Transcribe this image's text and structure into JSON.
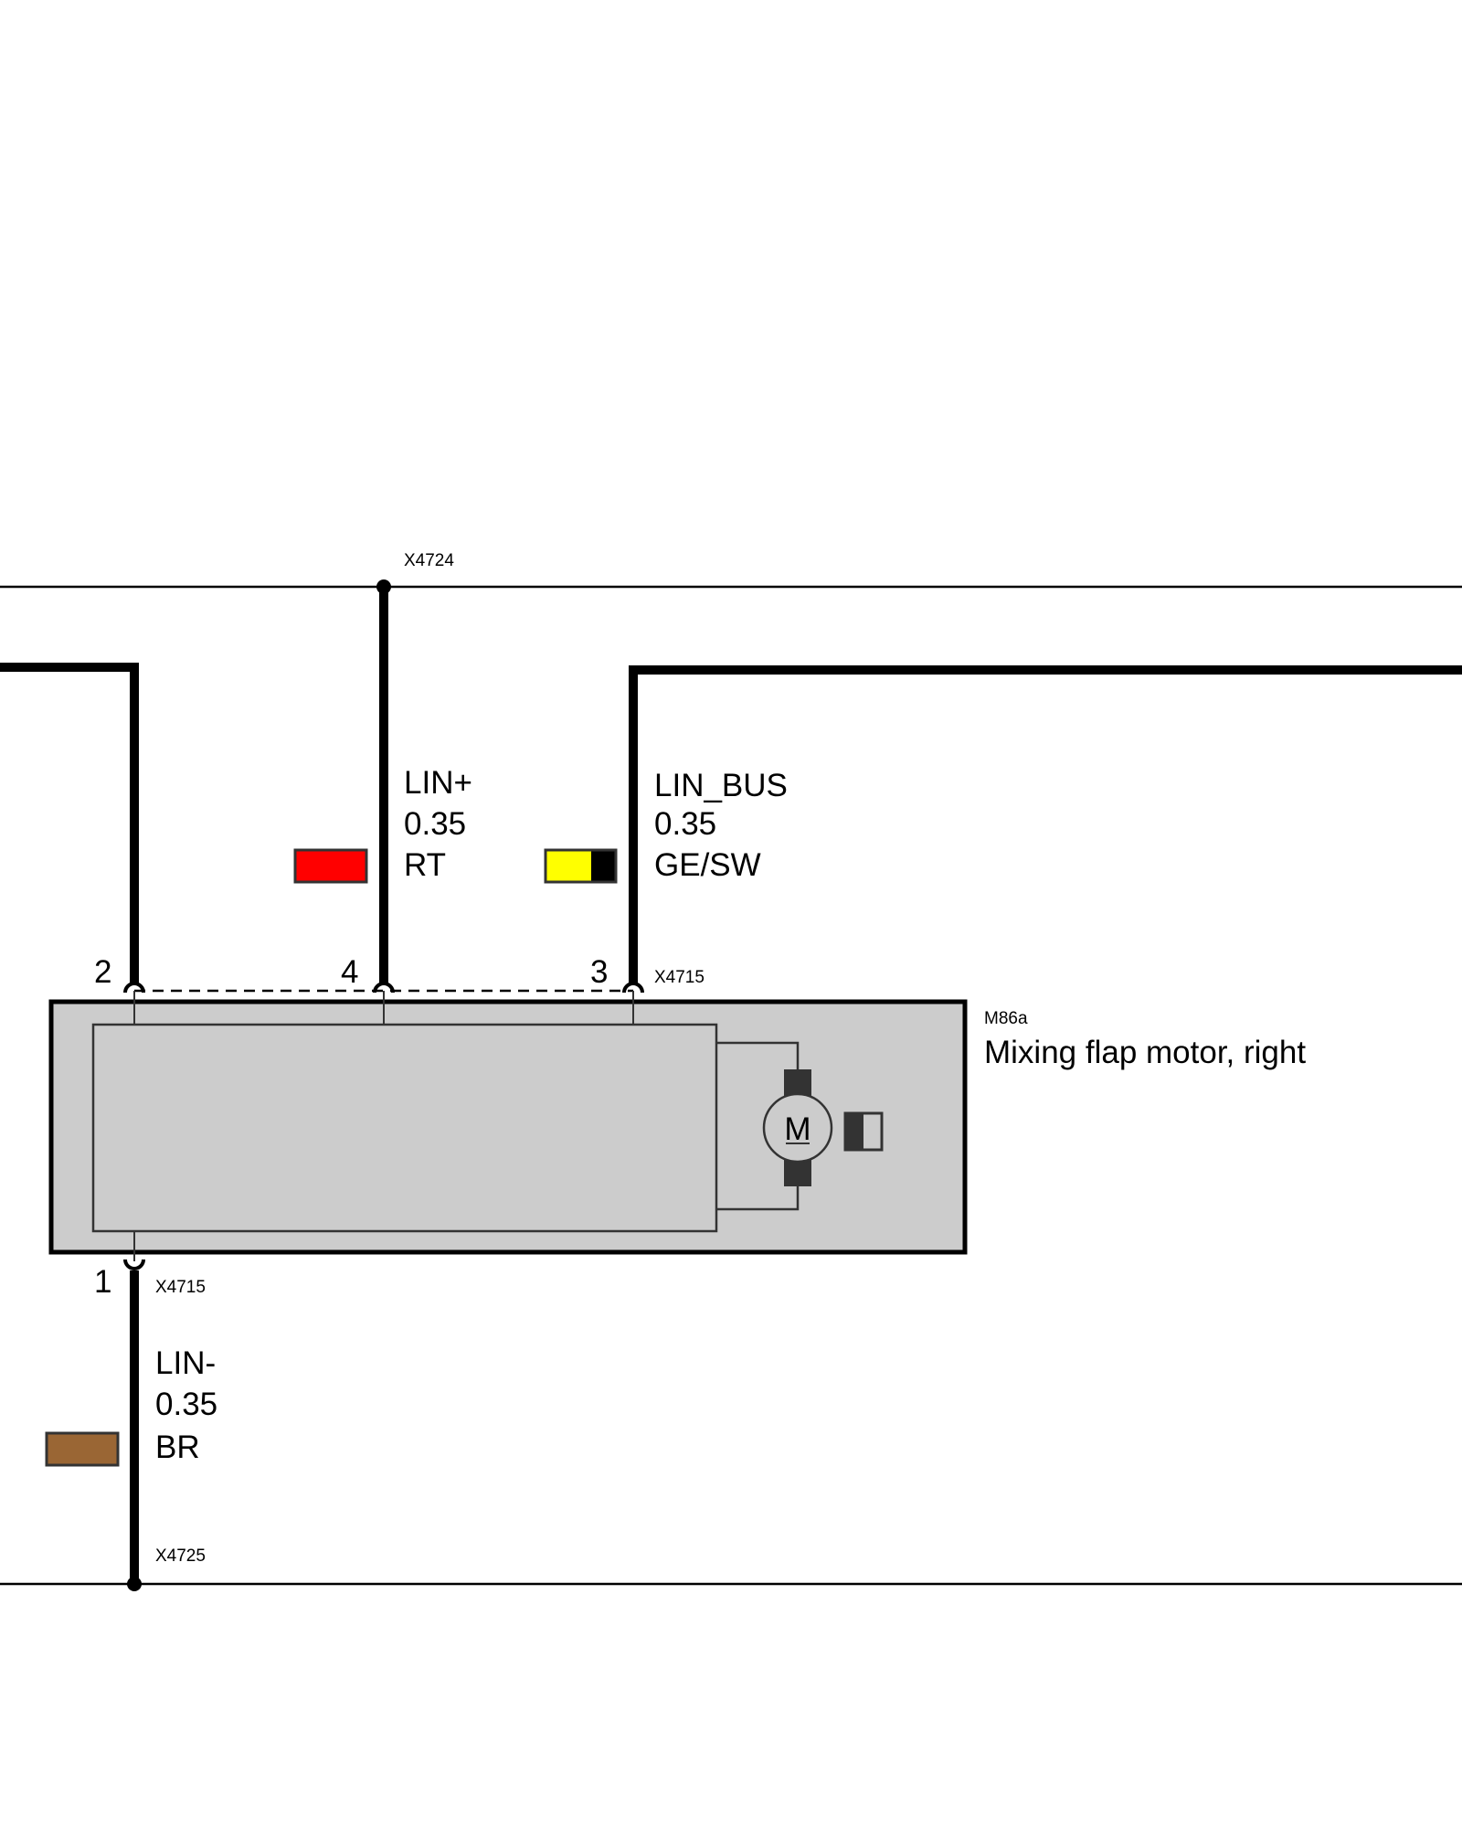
{
  "connectors": {
    "top_bus": "X4724",
    "bottom_bus": "X4725",
    "module_upper": "X4715",
    "module_lower": "X4715"
  },
  "component": {
    "id": "M86a",
    "name": "Mixing flap motor, right",
    "motor_symbol": "M"
  },
  "pins": {
    "p1": "1",
    "p2": "2",
    "p3": "3",
    "p4": "4"
  },
  "wires": {
    "lin_plus": {
      "signal": "LIN+",
      "gauge": "0.35",
      "color_code": "RT",
      "colors": [
        "#ff0000"
      ]
    },
    "lin_bus": {
      "signal": "LIN_BUS",
      "gauge": "0.35",
      "color_code": "GE/SW",
      "colors": [
        "#ffff00",
        "#000000"
      ]
    },
    "lin_minus": {
      "signal": "LIN-",
      "gauge": "0.35",
      "color_code": "BR",
      "colors": [
        "#9a6634"
      ]
    }
  },
  "colors": {
    "module_fill": "#cccccc",
    "wire": "#000000"
  }
}
